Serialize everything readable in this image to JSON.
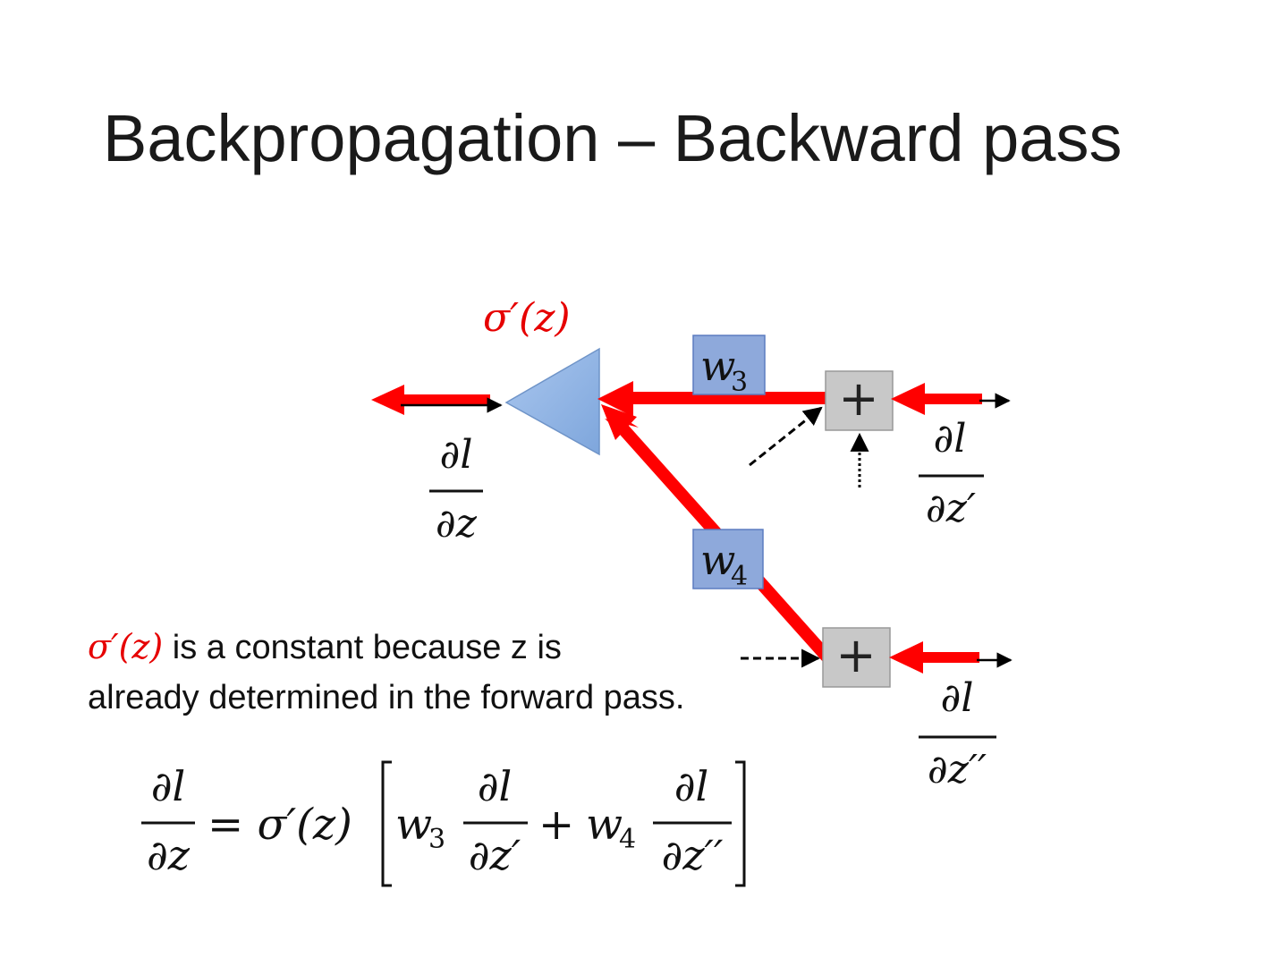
{
  "title": "Backpropagation – Backward pass",
  "diagram": {
    "sigma_label": "σ′(z)",
    "w3_label": "w",
    "w3_sub": "3",
    "w4_label": "w",
    "w4_sub": "4",
    "plus_symbol": "+",
    "dl_dz": {
      "num": "∂l",
      "den": "∂z"
    },
    "dl_dz1": {
      "num": "∂l",
      "den": "∂z′"
    },
    "dl_dz2": {
      "num": "∂l",
      "den": "∂z′′"
    }
  },
  "note": {
    "sigma": "σ′(z)",
    "line1_rest": " is a constant because z is",
    "line2": "already determined in the forward pass."
  },
  "equation": {
    "lhs_num": "∂l",
    "lhs_den": "∂z",
    "equals_sigma": "= σ′(z)",
    "w3": "w",
    "w3_sub": "3",
    "frac1_num": "∂l",
    "frac1_den": "∂z′",
    "plus": "+",
    "w4": "w",
    "w4_sub": "4",
    "frac2_num": "∂l",
    "frac2_den": "∂z′′"
  },
  "colors": {
    "red": "#ff0000",
    "triangle": "#8fb4e3",
    "weight_box": "#8ea9db",
    "plus_box": "#c8c8c8"
  }
}
